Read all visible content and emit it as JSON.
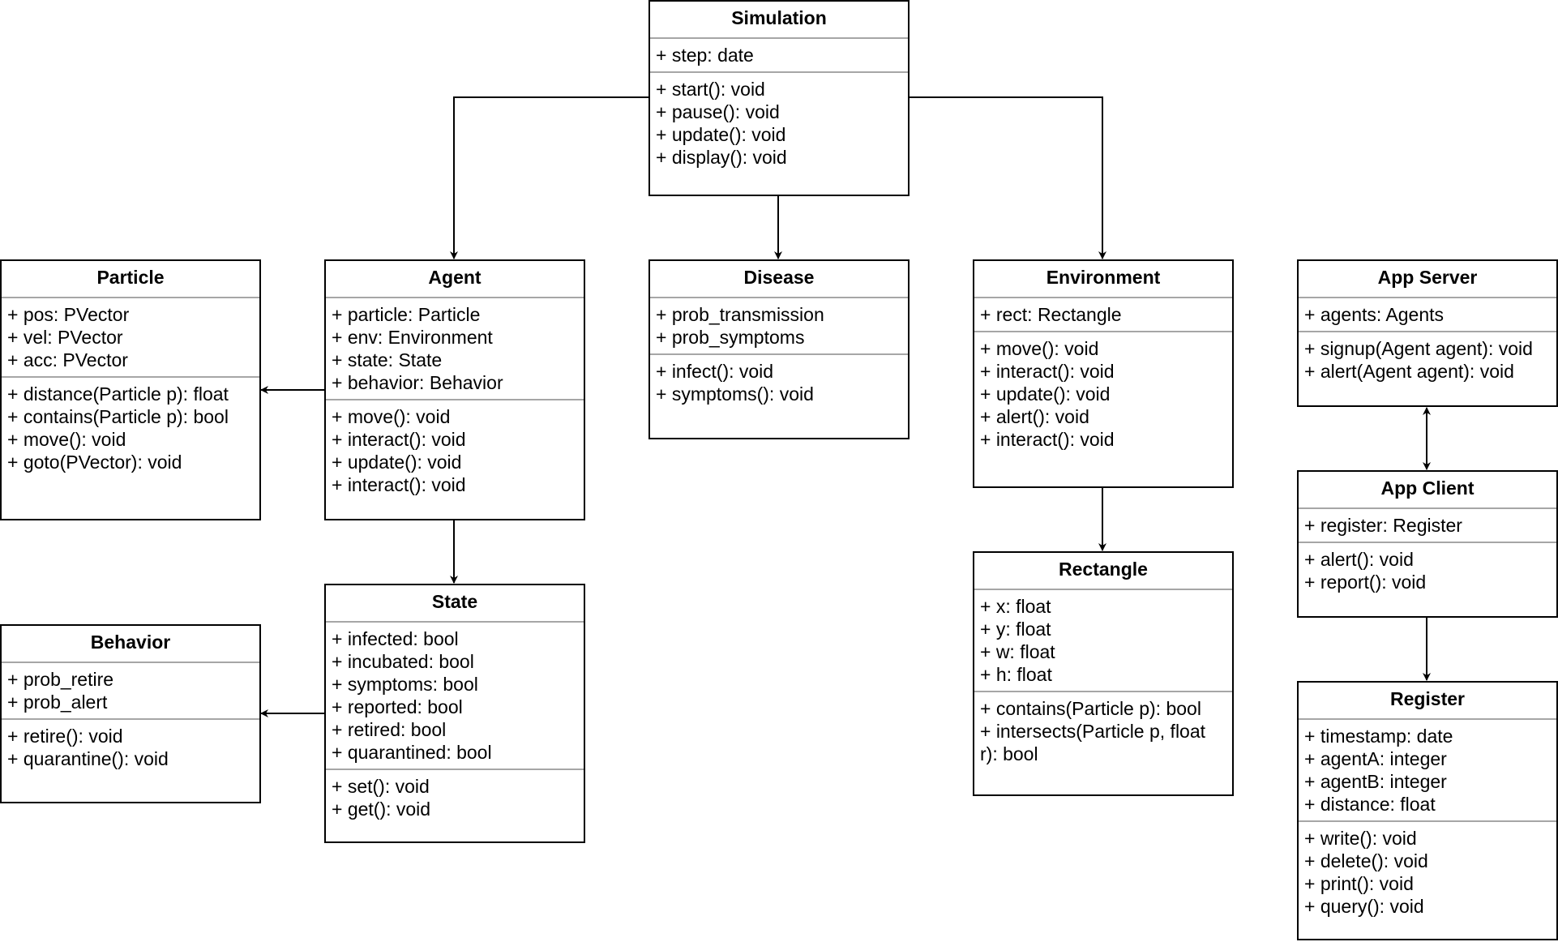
{
  "diagram": {
    "classes": {
      "simulation": {
        "name": "Simulation",
        "attributes": [
          "+ step: date"
        ],
        "methods": [
          "+ start(): void",
          "+ pause(): void",
          "+ update(): void",
          "+ display(): void"
        ]
      },
      "particle": {
        "name": "Particle",
        "attributes": [
          "+ pos: PVector",
          "+ vel: PVector",
          "+ acc: PVector"
        ],
        "methods": [
          "+ distance(Particle p): float",
          "+ contains(Particle p): bool",
          "+ move(): void",
          "+ goto(PVector): void"
        ]
      },
      "agent": {
        "name": "Agent",
        "attributes": [
          "+ particle: Particle",
          "+ env: Environment",
          "+ state: State",
          "+ behavior: Behavior"
        ],
        "methods": [
          "+ move(): void",
          "+ interact(): void",
          "+ update(): void",
          "+ interact(): void"
        ]
      },
      "disease": {
        "name": "Disease",
        "attributes": [
          "+ prob_transmission",
          "+ prob_symptoms"
        ],
        "methods": [
          "+ infect(): void",
          "+ symptoms(): void"
        ]
      },
      "environment": {
        "name": "Environment",
        "attributes": [
          "+ rect: Rectangle"
        ],
        "methods": [
          "+ move(): void",
          "+ interact(): void",
          "+ update(): void",
          "+ alert(): void",
          "+ interact(): void"
        ]
      },
      "app_server": {
        "name": "App Server",
        "attributes": [
          "+ agents: Agents"
        ],
        "methods": [
          "+ signup(Agent agent): void",
          "+ alert(Agent agent): void"
        ]
      },
      "app_client": {
        "name": "App Client",
        "attributes": [
          "+ register: Register"
        ],
        "methods": [
          "+ alert(): void",
          "+ report(): void"
        ]
      },
      "rectangle": {
        "name": "Rectangle",
        "attributes": [
          "+ x: float",
          "+ y: float",
          "+ w: float",
          "+ h: float"
        ],
        "methods": [
          "+ contains(Particle p): bool",
          "+ intersects(Particle p, float r): bool"
        ]
      },
      "behavior": {
        "name": "Behavior",
        "attributes": [
          "+ prob_retire",
          "+ prob_alert"
        ],
        "methods": [
          "+ retire(): void",
          "+ quarantine(): void"
        ]
      },
      "state": {
        "name": "State",
        "attributes": [
          "+ infected: bool",
          "+ incubated: bool",
          "+ symptoms: bool",
          "+ reported: bool",
          "+ retired: bool",
          "+ quarantined: bool"
        ],
        "methods": [
          "+ set(): void",
          "+ get(): void"
        ]
      },
      "register": {
        "name": "Register",
        "attributes": [
          "+ timestamp: date",
          "+ agentA: integer",
          "+ agentB: integer",
          "+ distance: float"
        ],
        "methods": [
          "+ write(): void",
          "+ delete(): void",
          "+ print(): void",
          "+ query(): void"
        ]
      }
    },
    "relations": [
      {
        "from": "simulation",
        "to": "agent",
        "type": "directed"
      },
      {
        "from": "simulation",
        "to": "disease",
        "type": "directed"
      },
      {
        "from": "simulation",
        "to": "environment",
        "type": "directed"
      },
      {
        "from": "agent",
        "to": "particle",
        "type": "directed"
      },
      {
        "from": "agent",
        "to": "state",
        "type": "directed"
      },
      {
        "from": "state",
        "to": "behavior",
        "type": "directed"
      },
      {
        "from": "environment",
        "to": "rectangle",
        "type": "directed"
      },
      {
        "from": "app_server",
        "to": "app_client",
        "type": "bidirectional"
      },
      {
        "from": "app_client",
        "to": "register",
        "type": "directed"
      }
    ],
    "colors": {
      "border": "#000000",
      "separator": "#a6a6a6",
      "background": "#ffffff"
    }
  }
}
